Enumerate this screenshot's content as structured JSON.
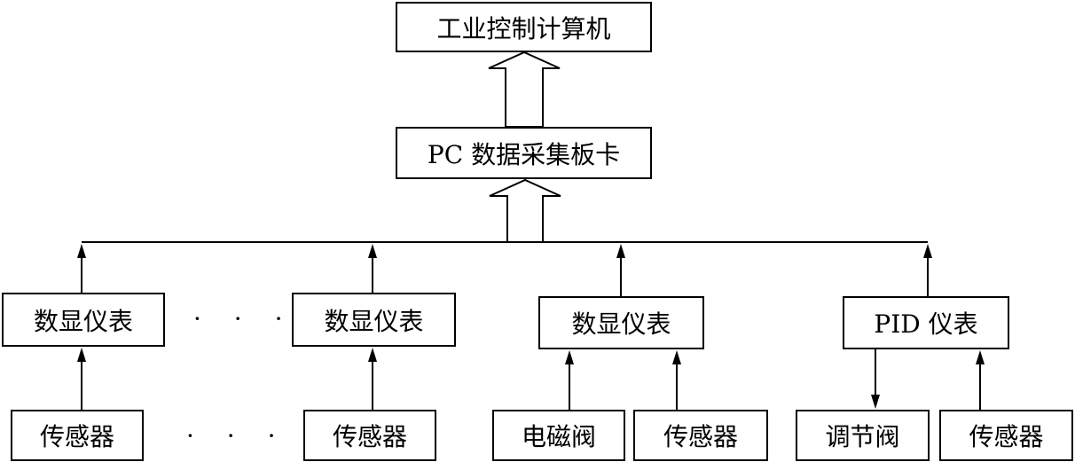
{
  "top": {
    "computer": "工业控制计算机",
    "daq_card": "PC 数据采集板卡"
  },
  "instruments": [
    {
      "label": "数显仪表"
    },
    {
      "label": "数显仪表"
    },
    {
      "label": "数显仪表"
    },
    {
      "label": "PID 仪表"
    }
  ],
  "field_devices": [
    {
      "label": "传感器"
    },
    {
      "label": "传感器"
    },
    {
      "label": "电磁阀"
    },
    {
      "label": "传感器"
    },
    {
      "label": "调节阀"
    },
    {
      "label": "传感器"
    }
  ],
  "ellipsis": "· · ·"
}
